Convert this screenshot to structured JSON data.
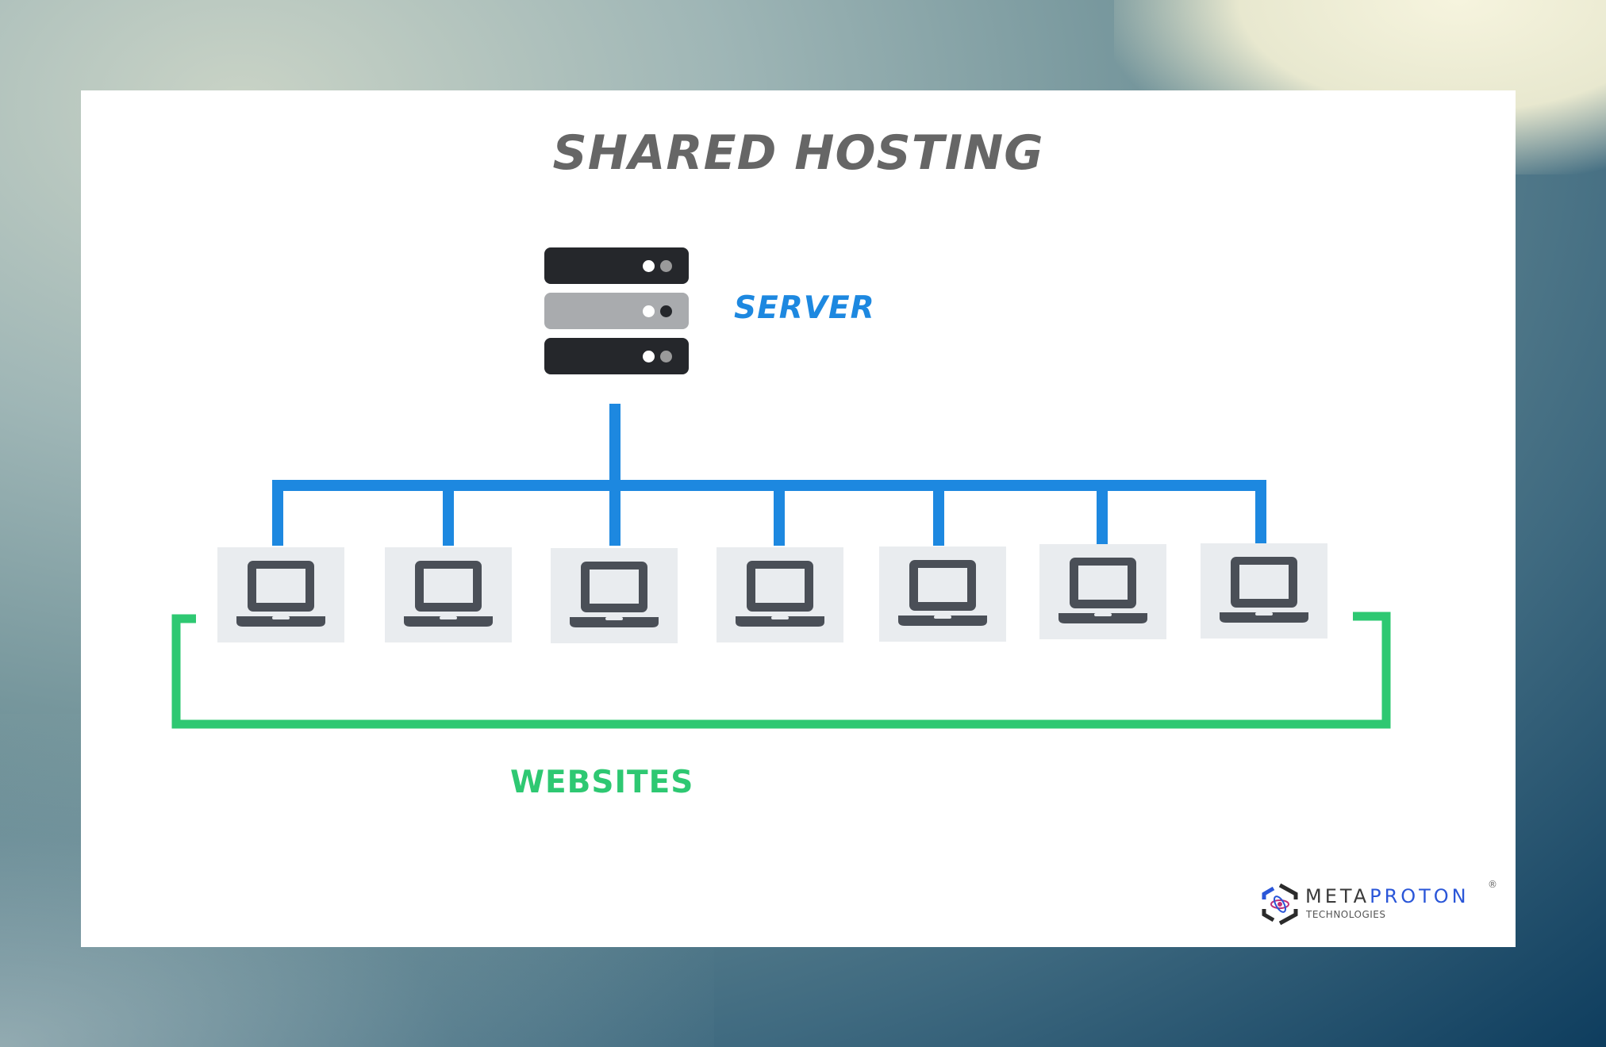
{
  "title": "SHARED HOSTING",
  "server": {
    "label": "SERVER",
    "icon": "server-rack-icon"
  },
  "websites": {
    "label": "WEBSITES",
    "count": 7,
    "icon": "laptop-icon"
  },
  "logo": {
    "brand_part1": "META",
    "brand_part2": "PROTON",
    "registered": "®",
    "subtitle": "TECHNOLOGIES"
  },
  "colors": {
    "server_links": "#1d88e0",
    "websites_bracket": "#2ec872",
    "title": "#666666",
    "laptop": "#4a4f57",
    "laptop_tile": "#e9ecef"
  }
}
